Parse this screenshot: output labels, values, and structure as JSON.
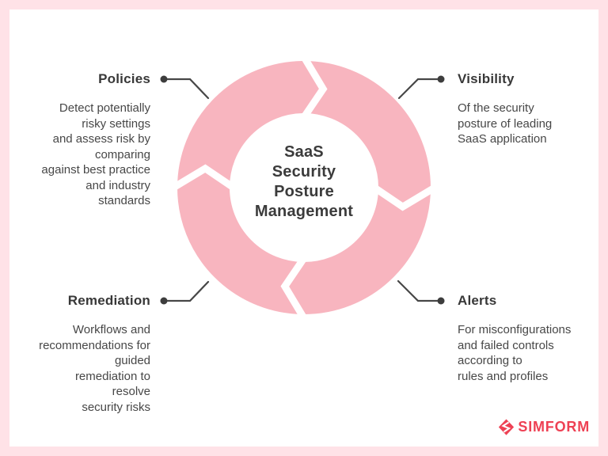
{
  "page": {
    "frame_color": "#ffe2e7",
    "card_color": "#ffffff"
  },
  "diagram": {
    "center_title": "SaaS\nSecurity\nPosture\nManagement",
    "ring_color": "#f8b5bf",
    "connector_color": "#474747",
    "flow_direction": "clockwise",
    "sections": [
      {
        "id": "policies",
        "label": "Policies",
        "description": "Detect potentially\nrisky settings\nand assess risk by\ncomparing\nagainst best practice\nand industry\nstandards",
        "position": "top-left"
      },
      {
        "id": "visibility",
        "label": "Visibility",
        "description": "Of the security\nposture of leading\nSaaS application",
        "position": "top-right"
      },
      {
        "id": "remediation",
        "label": "Remediation",
        "description": "Workflows and\nrecommendations for\nguided\nremediation to\nresolve\nsecurity risks",
        "position": "bottom-left"
      },
      {
        "id": "alerts",
        "label": "Alerts",
        "description": "For misconfigurations\nand failed controls\naccording to\nrules and profiles",
        "position": "bottom-right"
      }
    ]
  },
  "branding": {
    "logo_text": "SIMFORM",
    "logo_color": "#ee4154"
  }
}
